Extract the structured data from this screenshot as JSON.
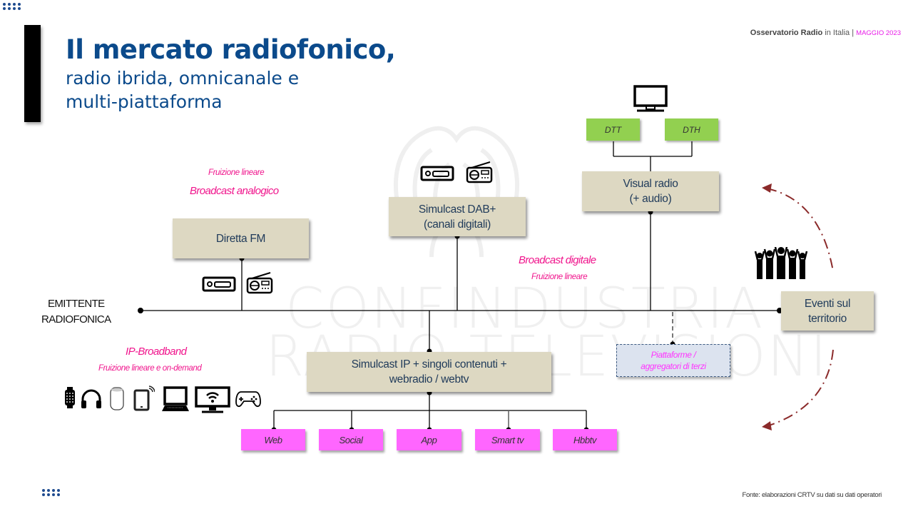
{
  "header": {
    "brand_bold": "Osservatorio Radio",
    "brand_rest": "in Italia",
    "separator": "|",
    "date": "MAGGIO 2023"
  },
  "title": {
    "main": "Il mercato radiofonico,",
    "sub_line1": "radio ibrida, omnicanale e",
    "sub_line2": "multi-piattaforma"
  },
  "watermark": {
    "line1": "CONFINDUSTRIA",
    "line2": "RADIO TELEVISIONI"
  },
  "diagram": {
    "source": {
      "line1": "EMITTENTE",
      "line2": "RADIOFONICA"
    },
    "broadcast_analogico": {
      "subtitle": "Fruizione lineare",
      "title": "Broadcast analogico",
      "box": "Diretta FM",
      "icons": [
        "car-radio-icon",
        "portable-radio-icon"
      ]
    },
    "dab": {
      "box_line1": "Simulcast DAB+",
      "box_line2": "(canali digitali)",
      "icons": [
        "car-radio-icon",
        "portable-radio-icon"
      ]
    },
    "broadcast_digitale": {
      "title": "Broadcast digitale",
      "subtitle": "Fruizione lineare"
    },
    "visual_radio": {
      "box_line1": "Visual radio",
      "box_line2": "(+ audio)",
      "channels": [
        "DTT",
        "DTH"
      ],
      "icon": "tv-icon"
    },
    "eventi": {
      "box_line1": "Eventi sul",
      "box_line2": "territorio",
      "icon": "crowd-icon",
      "arrow_color": "#8b2a2a"
    },
    "piattaforme": {
      "line1": "Piattaforme /",
      "line2": "aggregatori di terzi"
    },
    "ip_broadband": {
      "title": "IP-Broadband",
      "subtitle": "Fruizione lineare e on-demand",
      "box_line1": "Simulcast IP + singoli contenuti +",
      "box_line2": "webradio / webtv",
      "devices": [
        "smartwatch-icon",
        "headphones-icon",
        "smart-speaker-icon",
        "tablet-icon",
        "laptop-icon",
        "smart-tv-icon",
        "gamepad-icon"
      ],
      "outputs": [
        "Web",
        "Social",
        "App",
        "Smart tv",
        "Hbbtv"
      ]
    }
  },
  "colors": {
    "title_blue": "#0b4a8b",
    "box_beige": "#ddd8c2",
    "green": "#92d050",
    "pink": "#ff66ff",
    "magenta_text": "#f0148c",
    "dashed_box": "#dce3ef"
  },
  "footer": {
    "source": "Fonte: elaborazioni CRTV su dati su dati operatori"
  }
}
